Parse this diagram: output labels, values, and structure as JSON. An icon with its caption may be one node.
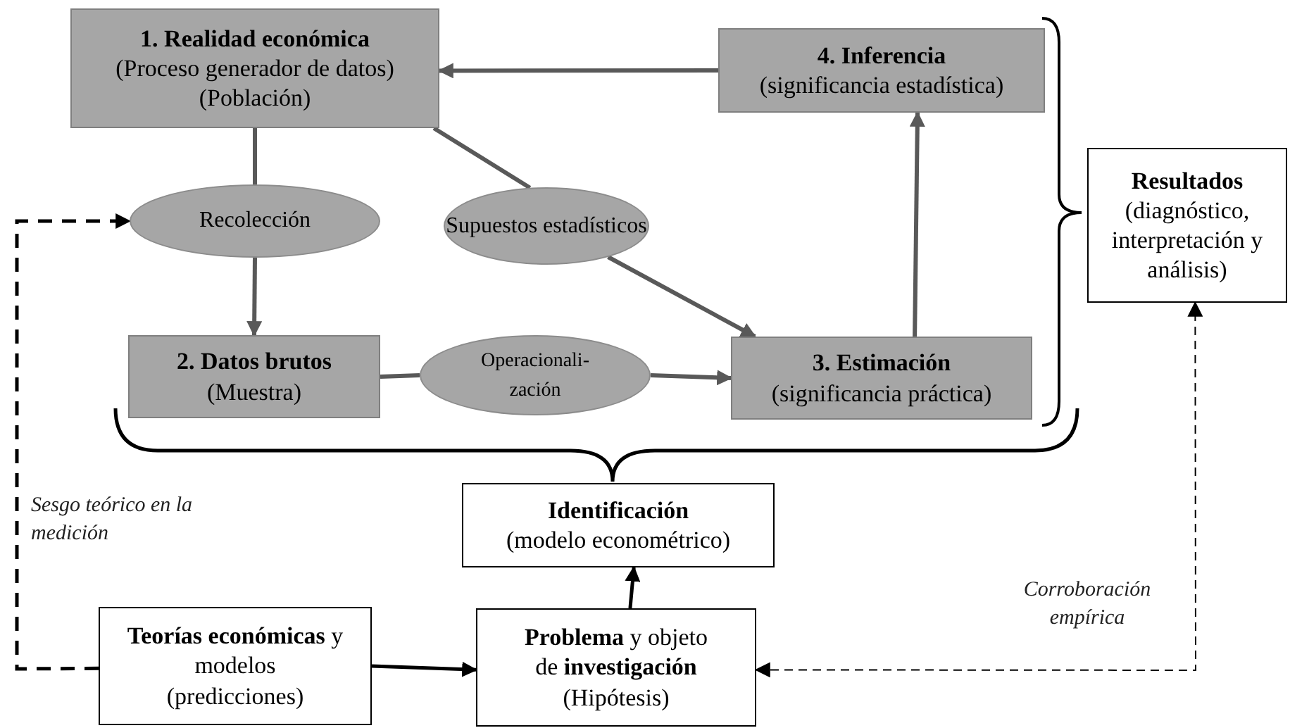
{
  "diagram": {
    "nodes": [
      {
        "text": [
          "1. Realidad económica",
          "(Proceso generador de datos)",
          "(Población)"
        ]
      },
      {
        "text": [
          "Recolección"
        ]
      },
      {
        "text": [
          "Supuestos estadísticos"
        ]
      },
      {
        "text": [
          "2. Datos brutos",
          "(Muestra)"
        ]
      },
      {
        "text": [
          "Operacionali- zación"
        ]
      },
      {
        "text": [
          "4. Inferencia",
          "(significancia estadística)"
        ]
      },
      {
        "text": [
          "3. Estimación",
          "(significancia práctica)"
        ]
      },
      {
        "text": [
          "Resultados",
          "(diagnóstico, interpretación y análisis)"
        ]
      },
      {
        "text": [
          "Identificación",
          "(modelo econométrico)"
        ]
      },
      {
        "text": [
          "**Teorías económicas** y modelos",
          "(predicciones)"
        ]
      },
      {
        "text": [
          "**Problema** y objeto de **investigación**",
          "(Hipótesis)"
        ]
      }
    ],
    "edges": [
      {
        "from": 0,
        "to": 1,
        "arrow": "none"
      },
      {
        "from": 1,
        "to": 3,
        "arrow": "to"
      },
      {
        "from": 0,
        "to": 2,
        "arrow": "none"
      },
      {
        "from": 2,
        "to": 6,
        "arrow": "to"
      },
      {
        "from": 3,
        "to": 4,
        "arrow": "none"
      },
      {
        "from": 4,
        "to": 6,
        "arrow": "to"
      },
      {
        "from": 6,
        "to": 5,
        "arrow": "to"
      },
      {
        "from": 5,
        "to": 0,
        "arrow": "to"
      },
      {
        "from": 9,
        "to": 10,
        "arrow": "to",
        "color": "#000000"
      },
      {
        "from": 10,
        "to": 8,
        "arrow": "to",
        "color": "#000000"
      },
      {
        "from": 9,
        "to": 1,
        "arrow": "to",
        "style": "dashed",
        "color": "#000000",
        "label": "Sesgo teórico en la medición"
      },
      {
        "from": 10,
        "to": 7,
        "arrow": "both",
        "style": "dashed",
        "color": "#000000",
        "label": "Corroboración empírica"
      }
    ]
  }
}
